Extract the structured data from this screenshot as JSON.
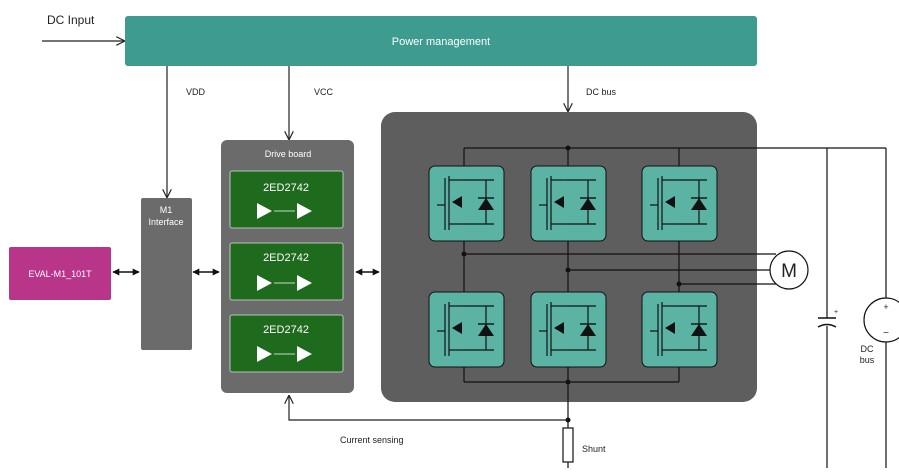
{
  "labels": {
    "dc_input": "DC Input",
    "power_management": "Power management",
    "vdd": "VDD",
    "vcc": "VCC",
    "dc_bus_top": "DC bus",
    "drive_board": "Drive board",
    "driver_1": "2ED2742",
    "driver_2": "2ED2742",
    "driver_3": "2ED2742",
    "m1_line1": "M1",
    "m1_line2": "Interface",
    "eval_board": "EVAL-M1_101T",
    "motor": "M",
    "current_sensing": "Current sensing",
    "shunt": "Shunt",
    "dc_bus_right_1": "DC",
    "dc_bus_right_2": "bus",
    "cap_plus": "+",
    "src_plus": "+",
    "src_minus": "−"
  },
  "colors": {
    "power_management": "#3d9b8f",
    "drive_board": "#6b6b6b",
    "driver": "#1e6b1e",
    "m1_interface": "#6b6b6b",
    "eval_board": "#b83589",
    "inverter_panel": "#5e5e5e",
    "switch": "#5bb3a3"
  },
  "icons": {
    "arrow": "arrow-icon",
    "double_arrow": "double-arrow-icon",
    "amplifier": "triangle-amplifier-icon",
    "mosfet": "mosfet-icon",
    "motor": "motor-icon",
    "capacitor": "capacitor-icon",
    "shunt": "shunt-resistor-icon",
    "voltage_source": "voltage-source-icon"
  }
}
